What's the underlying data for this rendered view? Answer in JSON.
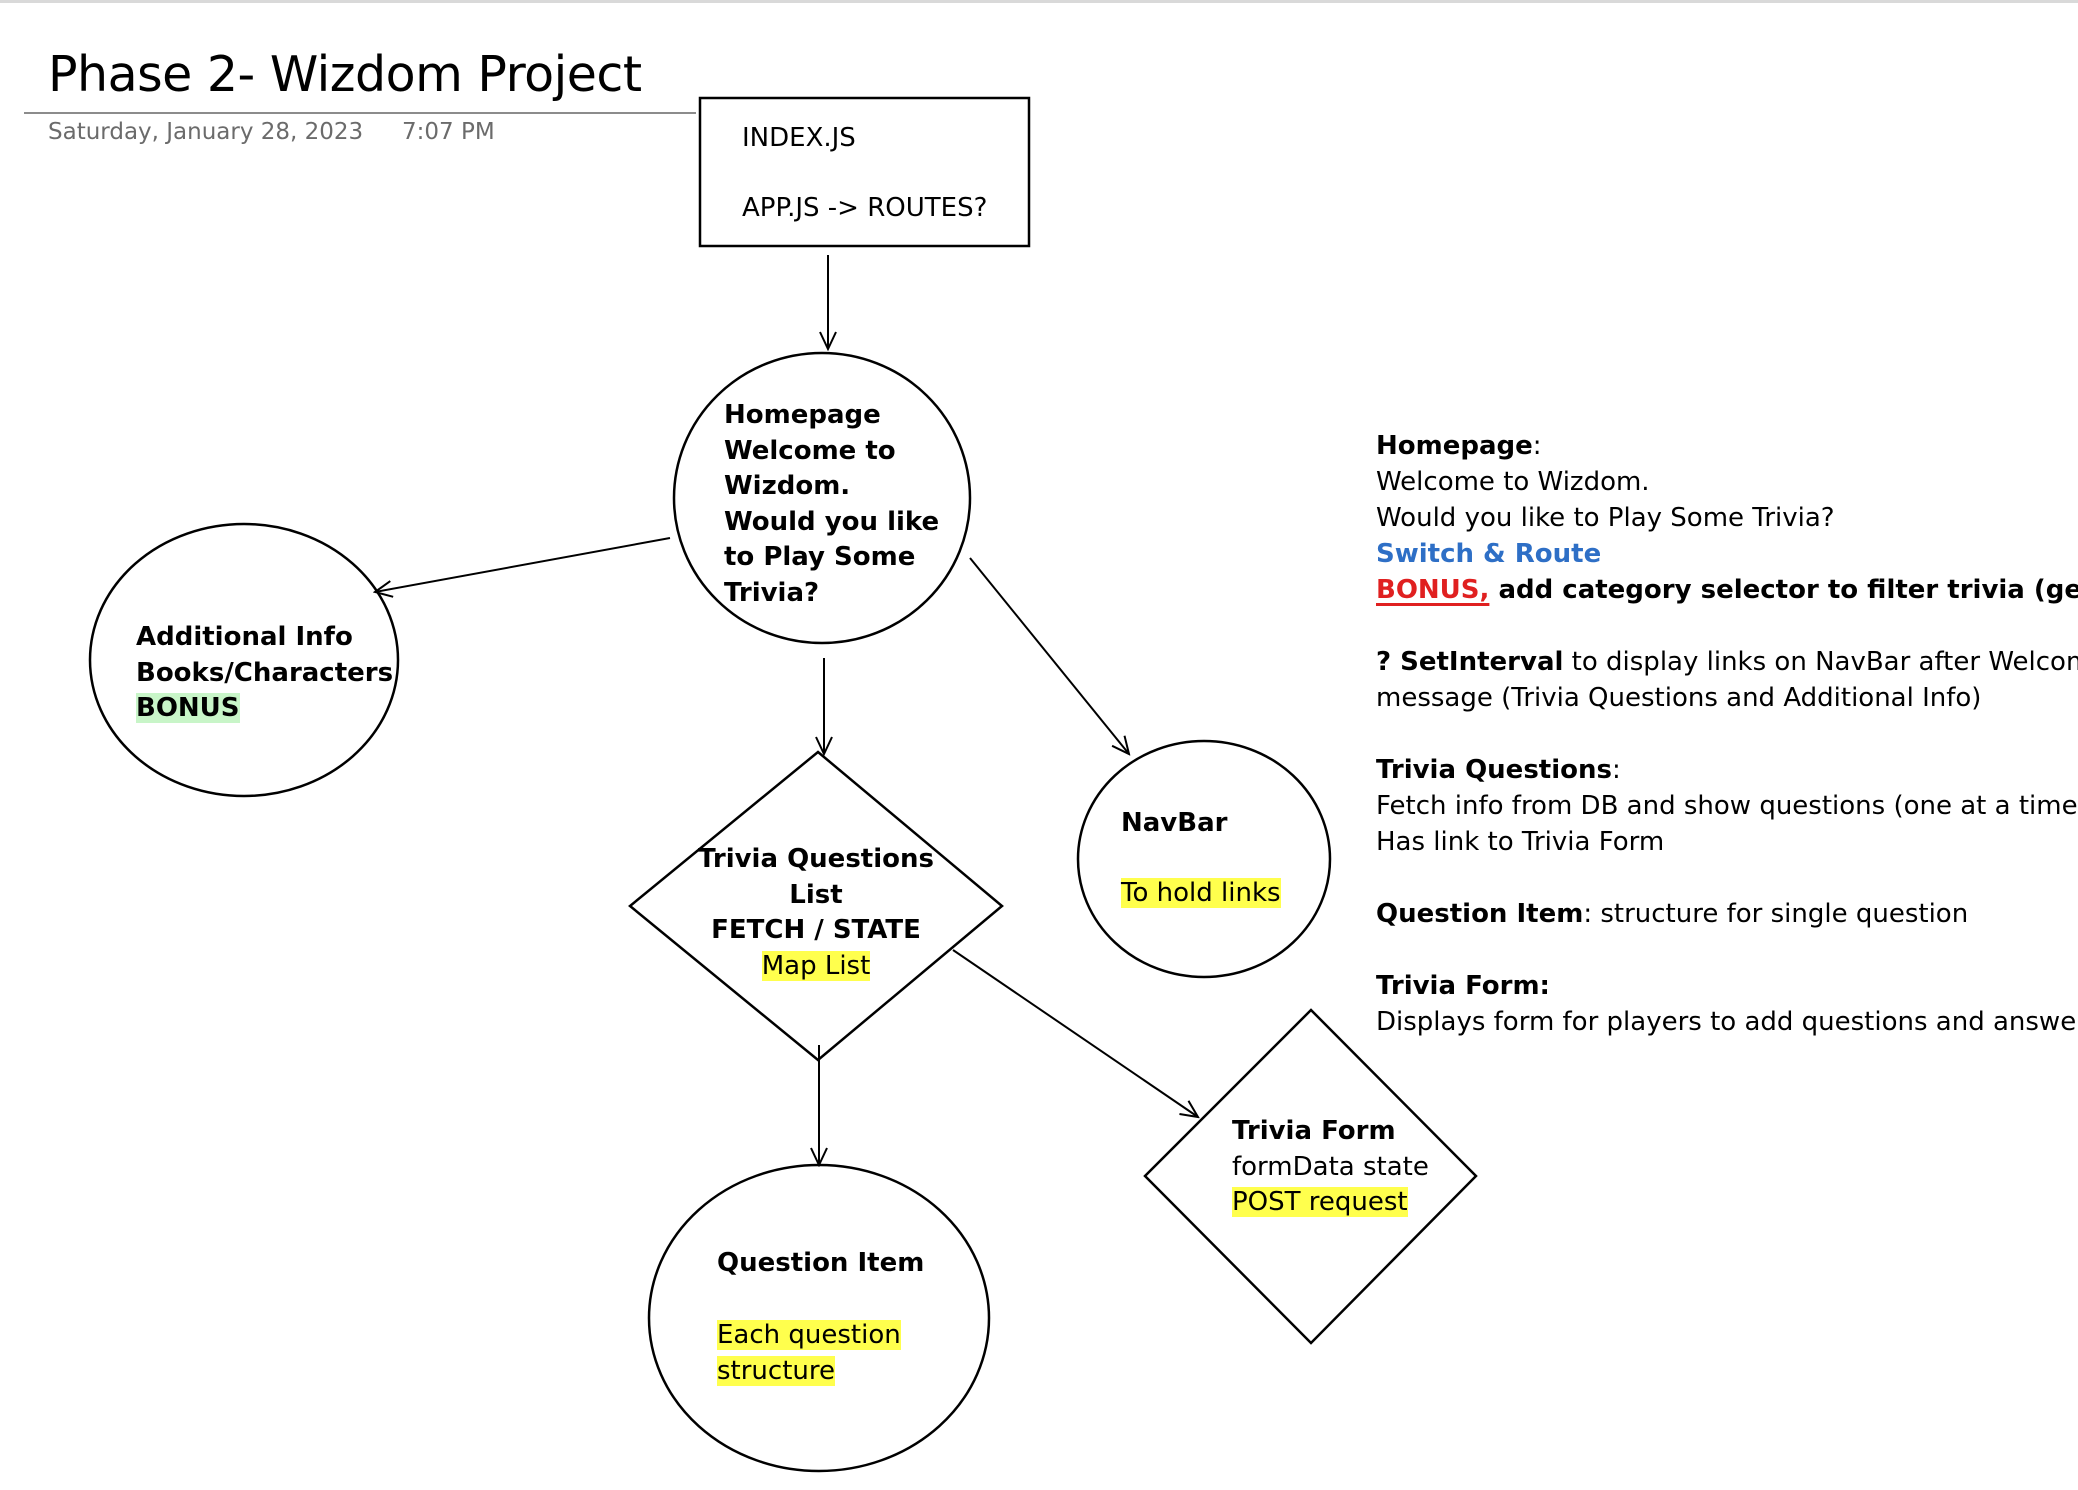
{
  "page": {
    "title": "Phase 2- Wizdom Project",
    "date": "Saturday, January 28, 2023",
    "time": "7:07 PM"
  },
  "nodes": {
    "index": {
      "line1": "INDEX.JS",
      "line2": "APP.JS -> ROUTES?"
    },
    "homepage": {
      "lines": [
        "Homepage",
        "Welcome to",
        "Wizdom.",
        "Would you like",
        "to Play Some",
        "Trivia?"
      ]
    },
    "additional_info": {
      "line1": "Additional Info",
      "line2": "Books/Characters",
      "bonus": "BONUS"
    },
    "trivia_list": {
      "line1": "Trivia Questions",
      "line2": "List",
      "line3": "FETCH / STATE",
      "highlight": "Map List"
    },
    "navbar": {
      "title": "NavBar",
      "highlight": "To hold links"
    },
    "question_item": {
      "title": "Question Item",
      "highlight1": "Each question",
      "highlight2": "structure"
    },
    "trivia_form": {
      "title": "Trivia Form",
      "line2": "formData state",
      "highlight": "POST request"
    }
  },
  "notes": {
    "homepage_head": "Homepage",
    "homepage_colon": ":",
    "homepage_l1": "Welcome to Wizdom.",
    "homepage_l2": "Would you like to Play Some Trivia?",
    "switch_route": "Switch & Route",
    "bonus_label": "BONUS,",
    "bonus_text": " add category selector to filter trivia (genres).",
    "setinterval_bold": "? SetInterval",
    "setinterval_text": " to display links on NavBar after Welcome",
    "setinterval_l2": "message (Trivia Questions and Additional Info)",
    "trivia_q_head": "Trivia Questions",
    "trivia_q_colon": ":",
    "trivia_q_l1": "Fetch info from DB and show questions (one at a time)",
    "trivia_q_l2": "Has link to Trivia Form",
    "question_item_head": "Question Item",
    "question_item_text": ": structure for single question",
    "trivia_form_head": "Trivia Form:",
    "trivia_form_l1": "Displays form for players to add questions and answers"
  },
  "colors": {
    "highlight_yellow": "#ffff4d",
    "highlight_green": "#c8f5c8",
    "link_blue": "#2e6fc6",
    "bonus_red": "#e02020"
  }
}
